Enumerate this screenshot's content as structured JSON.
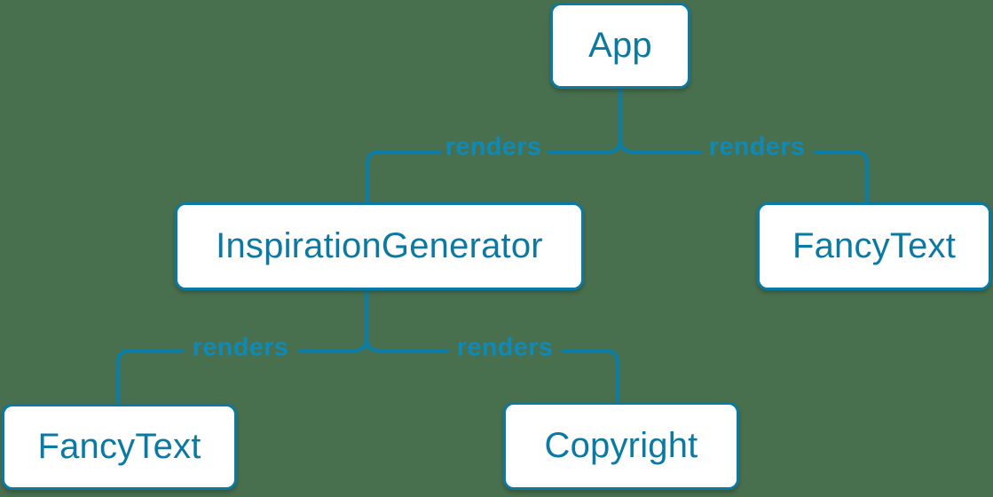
{
  "diagram": {
    "type": "component-render-tree",
    "nodes": {
      "app": {
        "label": "App"
      },
      "inspiration_generator": {
        "label": "InspirationGenerator"
      },
      "fancy_text_top": {
        "label": "FancyText"
      },
      "fancy_text_bottom": {
        "label": "FancyText"
      },
      "copyright": {
        "label": "Copyright"
      }
    },
    "edges": [
      {
        "from": "App",
        "to": "InspirationGenerator",
        "label": "renders"
      },
      {
        "from": "App",
        "to": "FancyText",
        "label": "renders"
      },
      {
        "from": "InspirationGenerator",
        "to": "FancyText",
        "label": "renders"
      },
      {
        "from": "InspirationGenerator",
        "to": "Copyright",
        "label": "renders"
      }
    ],
    "colors": {
      "background": "#486f4e",
      "node_background": "#ffffff",
      "node_border": "#0a7aa4",
      "node_text": "#0a7aa4",
      "connector_line": "#0a7da9",
      "edge_label_text": "#0f8ab8"
    }
  }
}
